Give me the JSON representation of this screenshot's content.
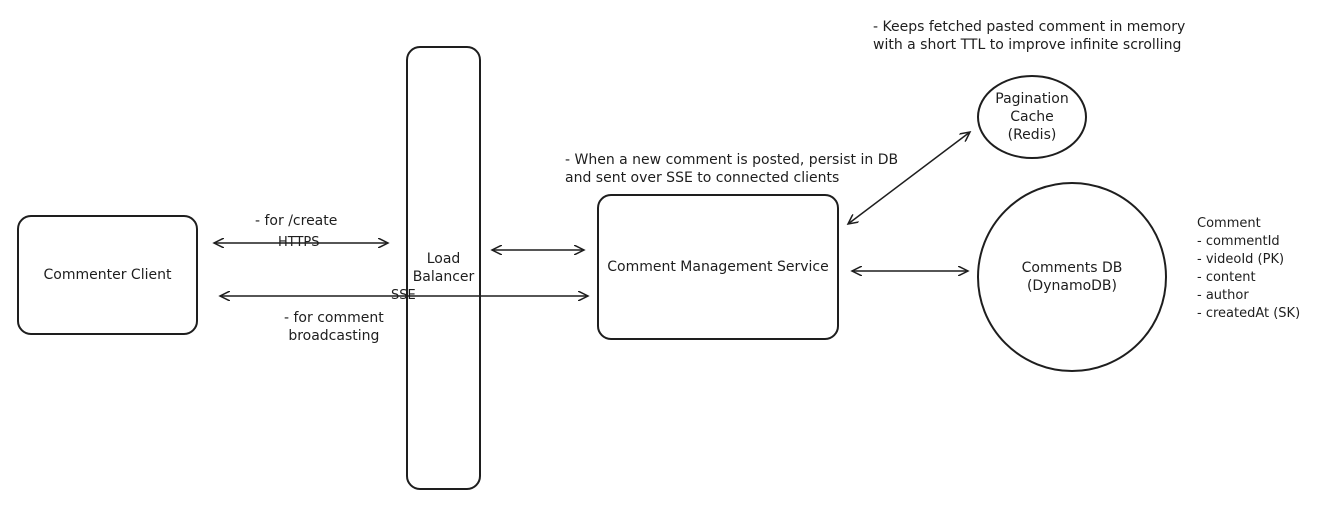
{
  "nodes": {
    "commenter_client": "Commenter Client",
    "load_balancer": "Load\nBalancer",
    "comment_service": "Comment Management Service",
    "pagination_cache": "Pagination\nCache\n(Redis)",
    "comments_db": "Comments DB\n(DynamoDB)"
  },
  "labels": {
    "for_create": "- for /create",
    "https": "HTTPS",
    "sse": "SSE",
    "for_broadcasting": "- for comment\nbroadcasting",
    "service_note": "- When a new comment is posted, persist in DB\nand sent over SSE to connected clients",
    "cache_note": "- Keeps fetched pasted comment in memory\n  with a short TTL to improve infinite scrolling"
  },
  "schema": {
    "title": "Comment",
    "fields": [
      "- commentId",
      "- videoId (PK)",
      "- content",
      "- author",
      "- createdAt (SK)"
    ]
  },
  "colors": {
    "stroke": "#1e1e1e",
    "background": "#ffffff"
  }
}
